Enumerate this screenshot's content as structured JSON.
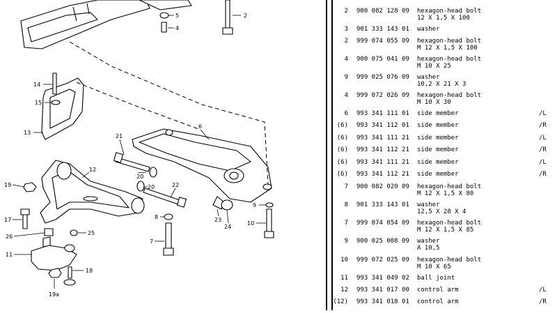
{
  "diagram": {
    "callouts": [
      {
        "label": "5"
      },
      {
        "label": "4"
      },
      {
        "label": "2"
      },
      {
        "label": "14"
      },
      {
        "label": "15"
      },
      {
        "label": "13"
      },
      {
        "label": "6"
      },
      {
        "label": "21"
      },
      {
        "label": "12"
      },
      {
        "label": "20"
      },
      {
        "label": "20"
      },
      {
        "label": "22"
      },
      {
        "label": "19"
      },
      {
        "label": "9"
      },
      {
        "label": "17"
      },
      {
        "label": "8"
      },
      {
        "label": "23"
      },
      {
        "label": "24"
      },
      {
        "label": "10"
      },
      {
        "label": "26"
      },
      {
        "label": "25"
      },
      {
        "label": "7"
      },
      {
        "label": "11"
      },
      {
        "label": "18"
      },
      {
        "label": "19a"
      }
    ]
  },
  "parts_table": {
    "rows": [
      {
        "qty": "2",
        "part_no": "900 082 128 09",
        "desc": "hexagon-head bolt",
        "desc2": "12 X 1,5 X 100",
        "note": ""
      },
      {
        "qty": "3",
        "part_no": "901 333 143 01",
        "desc": "washer",
        "desc2": "",
        "note": ""
      },
      {
        "qty": "2",
        "part_no": "999 074 055 09",
        "desc": "hexagon-head bolt",
        "desc2": "M 12 X 1,5 X 100",
        "note": ""
      },
      {
        "qty": "4",
        "part_no": "900 075 041 09",
        "desc": "hexagon-head bolt",
        "desc2": "M 10 X 25",
        "note": ""
      },
      {
        "qty": "9",
        "part_no": "999 025 076 09",
        "desc": "washer",
        "desc2": "10,2 X 21 X 3",
        "note": ""
      },
      {
        "qty": "4",
        "part_no": "999 072 026 09",
        "desc": "hexagon-head bolt",
        "desc2": "M 10 X 30",
        "note": ""
      },
      {
        "qty": "6",
        "part_no": "993 341 111 01",
        "desc": "side member",
        "desc2": "",
        "note": "/L"
      },
      {
        "qty": "(6)",
        "part_no": "993 341 112 01",
        "desc": "side member",
        "desc2": "",
        "note": "/R"
      },
      {
        "qty": "(6)",
        "part_no": "993 341 111 21",
        "desc": "side member",
        "desc2": "",
        "note": "/L"
      },
      {
        "qty": "(6)",
        "part_no": "993 341 112 21",
        "desc": "side member",
        "desc2": "",
        "note": "/R"
      },
      {
        "qty": "(6)",
        "part_no": "993 341 111 21",
        "desc": "side member",
        "desc2": "",
        "note": "/L"
      },
      {
        "qty": "(6)",
        "part_no": "993 341 112 21",
        "desc": "side member",
        "desc2": "",
        "note": "/R"
      },
      {
        "qty": "7",
        "part_no": "900 082 020 09",
        "desc": "hexagon-head bolt",
        "desc2": "M 12 X 1,5 X 80",
        "note": ""
      },
      {
        "qty": "8",
        "part_no": "901 333 143 01",
        "desc": "washer",
        "desc2": "12,5 X 28 X 4",
        "note": ""
      },
      {
        "qty": "7",
        "part_no": "999 074 054 09",
        "desc": "hexagon-head bolt",
        "desc2": "M 12 X 1,5 X 85",
        "note": ""
      },
      {
        "qty": "9",
        "part_no": "900 025 008 09",
        "desc": "washer",
        "desc2": "A 10,5",
        "note": ""
      },
      {
        "qty": "10",
        "part_no": "999 072 025 09",
        "desc": "hexagon-head bolt",
        "desc2": "M 10 X 65",
        "note": ""
      },
      {
        "qty": "11",
        "part_no": "993 341 049 02",
        "desc": "ball joint",
        "desc2": "",
        "note": ""
      },
      {
        "qty": "12",
        "part_no": "993 341 017 00",
        "desc": "control arm",
        "desc2": "",
        "note": "/L"
      },
      {
        "qty": "(12)",
        "part_no": "993 341 018 01",
        "desc": "control arm",
        "desc2": "",
        "note": "/R"
      }
    ]
  }
}
